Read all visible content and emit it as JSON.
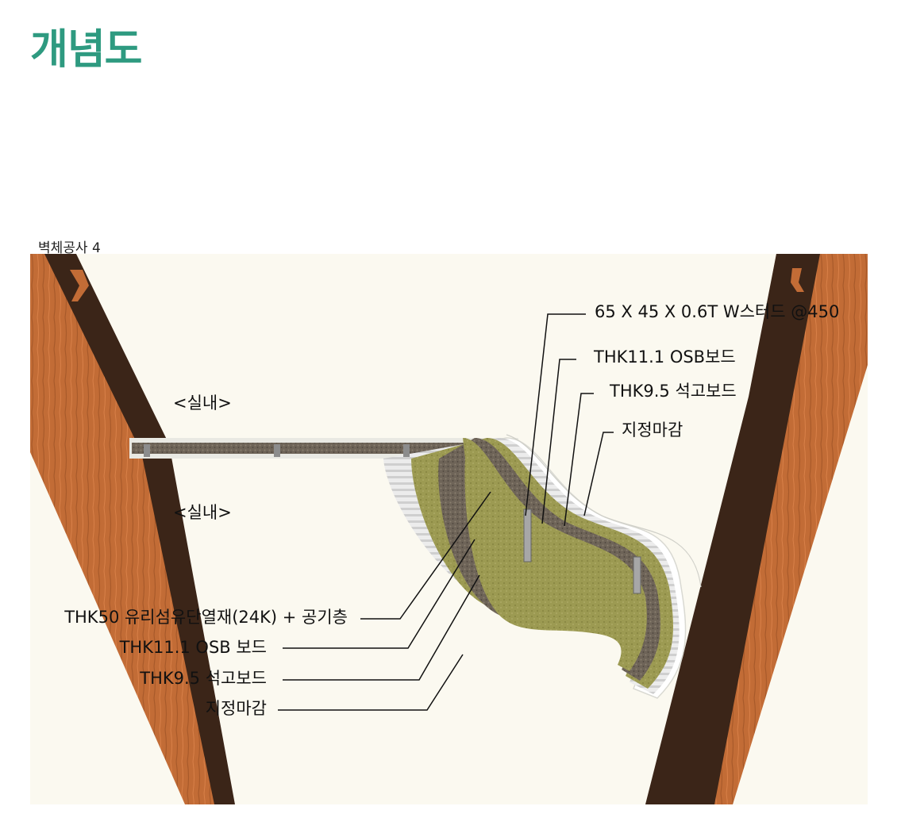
{
  "title": "개념도",
  "diagram": {
    "caption": "벽체공사 4",
    "zone_upper": "<실내>",
    "zone_lower": "<실내>",
    "right_labels": [
      "65 X 45 X 0.6T W스터드 @450",
      "THK11.1 OSB보드",
      "THK9.5 석고보드",
      "지정마감"
    ],
    "left_labels": [
      "THK50 유리섬유단열재(24K) + 공기층",
      "THK11.1 OSB 보드",
      "THK9.5 석고보드",
      "지정마감"
    ],
    "colors": {
      "title": "#2e9a80",
      "wood": "#c06a35",
      "wood_dark": "#3a2418",
      "insulation": "#9b9a50",
      "osb": "#6f655a",
      "gypsum": "#e4e4e4",
      "background": "#fbf9f0"
    }
  }
}
